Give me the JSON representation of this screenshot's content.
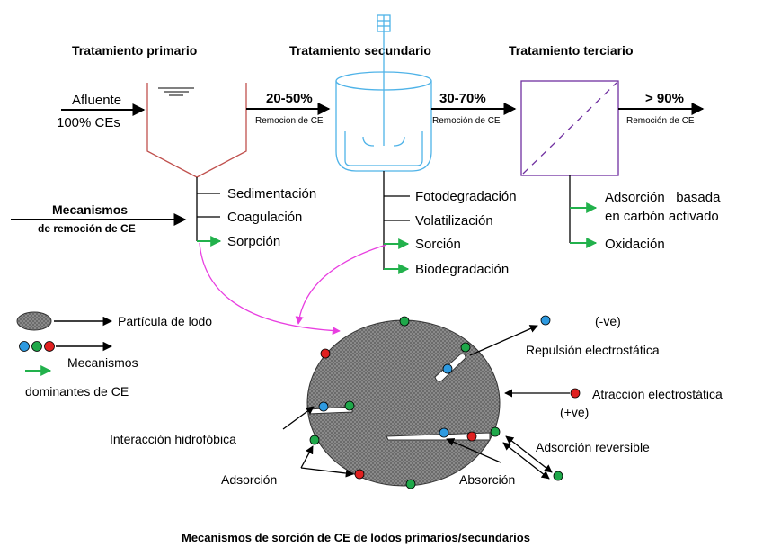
{
  "colors": {
    "primary_tank": "#c0504d",
    "secondary_tank": "#4fb3e8",
    "tertiary_box": "#7030a0",
    "pink_arrow": "#e83ee0",
    "dominant_arrow": "#22b14c",
    "sludge_gray": "#7f7f7f",
    "dot_blue": "#2e9ae0",
    "dot_green": "#1fa84a",
    "dot_red": "#e02020"
  },
  "stages": {
    "primary": {
      "title": "Tratamiento primario",
      "removal_pct": "20-50%",
      "removal_label": "Remocion de CE"
    },
    "secondary": {
      "title": "Tratamiento secundario",
      "removal_pct": "30-70%",
      "removal_label": "Remoción de CE"
    },
    "tertiary": {
      "title": "Tratamiento terciario",
      "removal_pct": "> 90%",
      "removal_label": "Remoción de CE"
    }
  },
  "influent": {
    "label": "Afluente",
    "value": "100% CEs"
  },
  "mechanisms_label": {
    "line1": "Mecanismos",
    "line2": "de remoción de CE"
  },
  "primary_mechanisms": [
    "Sedimentación",
    "Coagulación",
    "Sorpción"
  ],
  "secondary_mechanisms": [
    "Fotodegradación",
    "Volatilización",
    "Sorción",
    "Biodegradación"
  ],
  "tertiary_mechanisms": {
    "adsorcion_line1": "Adsorción   basada",
    "adsorcion_line2": "en carbón activado",
    "oxidacion": "Oxidación"
  },
  "legend": {
    "particle": "Partícula de lodo",
    "dominant_line1": "Mecanismos",
    "dominant_line2": "dominantes de CE"
  },
  "sorption": {
    "neg_charge": "(-ve)",
    "pos_charge": "(+ve)",
    "repulsion": "Repulsión electrostática",
    "attraction": "Atracción electrostática",
    "hydrophobic": "Interacción hidrofóbica",
    "reversible": "Adsorción reversible",
    "adsorption": "Adsorción",
    "absorption": "Absorción"
  },
  "caption": "Mecanismos de sorción de CE de lodos primarios/secundarios"
}
